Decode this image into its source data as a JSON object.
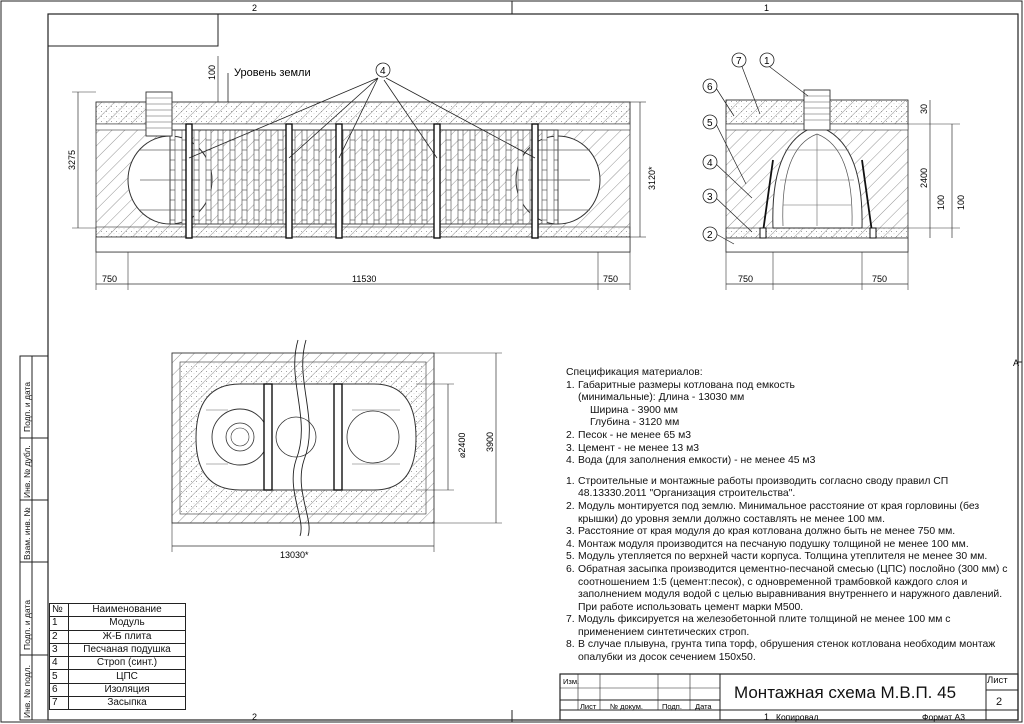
{
  "frame": {
    "col_top_left": "2",
    "col_top_right": "1",
    "col_bottom_left": "2",
    "col_bottom_right": "1",
    "row_right": "A"
  },
  "drawing": {
    "ground_level": "Уровень земли",
    "dims": {
      "d100_top": "100",
      "d3275": "3275",
      "d3120": "3120*",
      "d750_left": "750",
      "d11530": "11530",
      "d750_right": "750",
      "side_d30": "30",
      "side_d2400": "2400",
      "side_d100a": "100",
      "side_d100b": "100",
      "side_d750a": "750",
      "side_d750b": "750",
      "plan_d2400": "⌀2400",
      "plan_d3900": "3900",
      "plan_d13030": "13030*"
    },
    "callouts": [
      "1",
      "2",
      "3",
      "4",
      "5",
      "6",
      "7"
    ],
    "callout_main": "4"
  },
  "spec": {
    "heading": "Спецификация материалов:",
    "group1": [
      {
        "n": "1.",
        "lines": [
          "Габаритные размеры котлована под емкость",
          "(минимальные): Длина - 13030 мм"
        ],
        "sub": [
          "Ширина - 3900 мм",
          "Глубина - 3120 мм"
        ]
      },
      {
        "n": "2.",
        "lines": [
          "Песок - не менее 65 м3"
        ]
      },
      {
        "n": "3.",
        "lines": [
          "Цемент - не менее 13 м3"
        ]
      },
      {
        "n": "4.",
        "lines": [
          "Вода (для заполнения емкости) - не менее 45 м3"
        ]
      }
    ],
    "group2": [
      {
        "n": "1.",
        "lines": [
          "Строительные и монтажные работы производить согласно своду правил СП",
          "48.13330.2011 \"Организация строительства\"."
        ]
      },
      {
        "n": "2.",
        "lines": [
          "Модуль монтируется под землю. Минимальное расстояние от края горловины (без",
          "крышки) до уровня земли должно составлять не менее 100 мм."
        ]
      },
      {
        "n": "3.",
        "lines": [
          "Расстояние от края модуля до края котлована должно быть не менее 750 мм."
        ]
      },
      {
        "n": "4.",
        "lines": [
          "Монтаж модуля производится на песчаную подушку толщиной не менее 100 мм."
        ]
      },
      {
        "n": "5.",
        "lines": [
          "Модуль утепляется по верхней части корпуса. Толщина утеплителя не менее 30 мм."
        ]
      },
      {
        "n": "6.",
        "lines": [
          "Обратная засыпка производится цементно-песчаной смесью (ЦПС) послойно (300 мм) с",
          "соотношением 1:5 (цемент:песок), с одновременной трамбовкой каждого слоя и",
          "заполнением модуля водой с целью выравнивания внутреннего и наружного давлений.",
          "При работе использовать цемент марки М500."
        ]
      },
      {
        "n": "7.",
        "lines": [
          "Модуль фиксируется на железобетонной плите толщиной не менее 100 мм с",
          "применением синтетических строп."
        ]
      },
      {
        "n": "8.",
        "lines": [
          "В случае плывуна, грунта типа торф, обрушения стенок котлована необходим монтаж",
          "опалубки из досок сечением 150х50."
        ]
      }
    ]
  },
  "parts": {
    "header": [
      "№",
      "Наименование"
    ],
    "rows": [
      [
        "1",
        "Модуль"
      ],
      [
        "2",
        "Ж-Б плита"
      ],
      [
        "3",
        "Песчаная подушка"
      ],
      [
        "4",
        "Строп (синт.)"
      ],
      [
        "5",
        "ЦПС"
      ],
      [
        "6",
        "Изоляция"
      ],
      [
        "7",
        "Засыпка"
      ]
    ]
  },
  "side_labels": [
    "Подп. и дата",
    "Инв. № дубл.",
    "Взам. инв. №",
    "Подп. и дата",
    "Инв. № подл."
  ],
  "title_block": {
    "cols": [
      "Изм.",
      "Лист",
      "№ докум.",
      "Подп.",
      "Дата"
    ],
    "title": "Монтажная схема М.В.П. 45",
    "sheet_label": "Лист",
    "sheet_num": "2",
    "copied": "Копировал",
    "format": "Формат А3"
  }
}
